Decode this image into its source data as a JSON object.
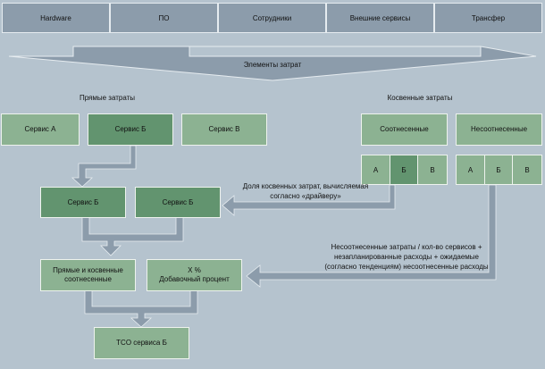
{
  "top_categories": [
    "Hardware",
    "ПО",
    "Сотрудники",
    "Внешние сервисы",
    "Трансфер"
  ],
  "funnel_label": "Элементы затрат",
  "direct": {
    "heading": "Прямые затраты",
    "services": [
      "Сервис А",
      "Сервис Б",
      "Сервис В"
    ]
  },
  "indirect": {
    "heading": "Косвенные затраты",
    "allocated": "Соотнесенные",
    "unallocated": "Несоотнесенные",
    "allocated_cells": [
      "А",
      "Б",
      "В"
    ],
    "unallocated_cells": [
      "А",
      "Б",
      "В"
    ]
  },
  "middle": {
    "left": "Сервис Б",
    "right": "Сервис Б"
  },
  "driver_note": {
    "line1": "Доля косвенных затрат, вычисляемая",
    "line2": "согласно «драйверу»"
  },
  "unallocated_note": {
    "line1": "Несоотнесенные затраты / кол-во сервисов +",
    "line2": "незапланированные расходы + ожидаемые",
    "line3": "(согласно тенденциям) несоотнесенные расходы"
  },
  "combined": {
    "line1": "Прямые и косвенные",
    "line2": "соотнесенные"
  },
  "markup": {
    "line1": "X %",
    "line2": "Добавочный процент"
  },
  "result": "TCO сервиса Б",
  "colors": {
    "background": "#b5c3ce",
    "connector": "#8c9cab",
    "light_green": "#8cb292",
    "dark_green": "#62946f"
  }
}
